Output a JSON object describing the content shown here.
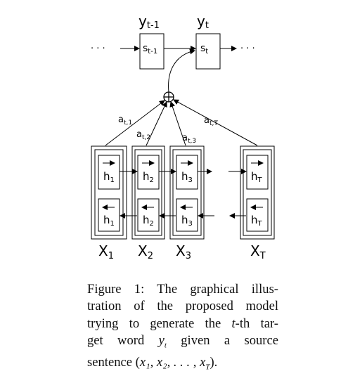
{
  "outputs": [
    {
      "label": "y",
      "sub": "t-1"
    },
    {
      "label": "y",
      "sub": "t"
    }
  ],
  "decoder_states": [
    {
      "label": "s",
      "sub": "t-1"
    },
    {
      "label": "s",
      "sub": "t"
    }
  ],
  "dots": "· · ·",
  "combine_symbol": "⊕",
  "weights": [
    {
      "label": "a",
      "sub": "t,1"
    },
    {
      "label": "a",
      "sub": "t,2"
    },
    {
      "label": "a",
      "sub": "t,3"
    },
    {
      "label": "a",
      "sub": "t,T"
    }
  ],
  "forward_states": [
    {
      "label": "h",
      "sub": "1"
    },
    {
      "label": "h",
      "sub": "2"
    },
    {
      "label": "h",
      "sub": "3"
    },
    {
      "label": "h",
      "sub": "T"
    }
  ],
  "backward_states": [
    {
      "label": "h",
      "sub": "1"
    },
    {
      "label": "h",
      "sub": "2"
    },
    {
      "label": "h",
      "sub": "3"
    },
    {
      "label": "h",
      "sub": "T"
    }
  ],
  "inputs": [
    {
      "label": "X",
      "sub": "1"
    },
    {
      "label": "X",
      "sub": "2"
    },
    {
      "label": "X",
      "sub": "3"
    },
    {
      "label": "X",
      "sub": "T"
    }
  ],
  "caption": {
    "line1": "Figure 1:  The graphical illus-",
    "line2": "tration of the proposed model",
    "line3_a": "trying to generate the ",
    "line3_var": "t",
    "line3_b": "-th tar-",
    "line4_a": "get word ",
    "line4_var": "y",
    "line4_sub": "t",
    "line4_b": " given a source",
    "line5_a": "sentence (",
    "line5_math": "x₁, x₂, . . . , x",
    "line5_sub": "T",
    "line5_b": ")."
  }
}
